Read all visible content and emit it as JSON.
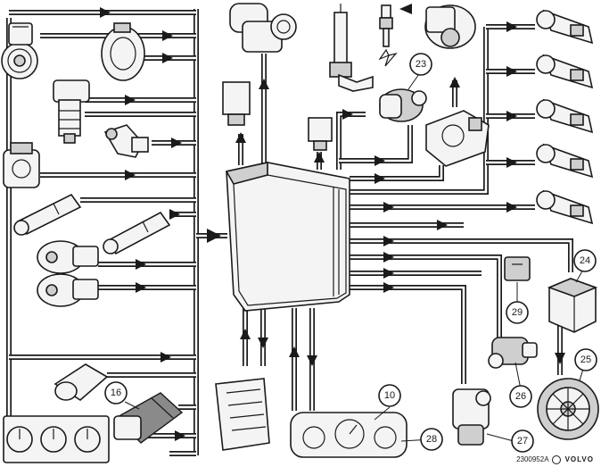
{
  "callouts": [
    {
      "id": "c10",
      "label": "10"
    },
    {
      "id": "c16",
      "label": "16"
    },
    {
      "id": "c23",
      "label": "23"
    },
    {
      "id": "c24",
      "label": "24"
    },
    {
      "id": "c25",
      "label": "25"
    },
    {
      "id": "c26",
      "label": "26"
    },
    {
      "id": "c27",
      "label": "27"
    },
    {
      "id": "c28",
      "label": "28"
    },
    {
      "id": "c29",
      "label": "29"
    }
  ],
  "footer": {
    "code": "2300952A",
    "brand": "VOLVO"
  }
}
